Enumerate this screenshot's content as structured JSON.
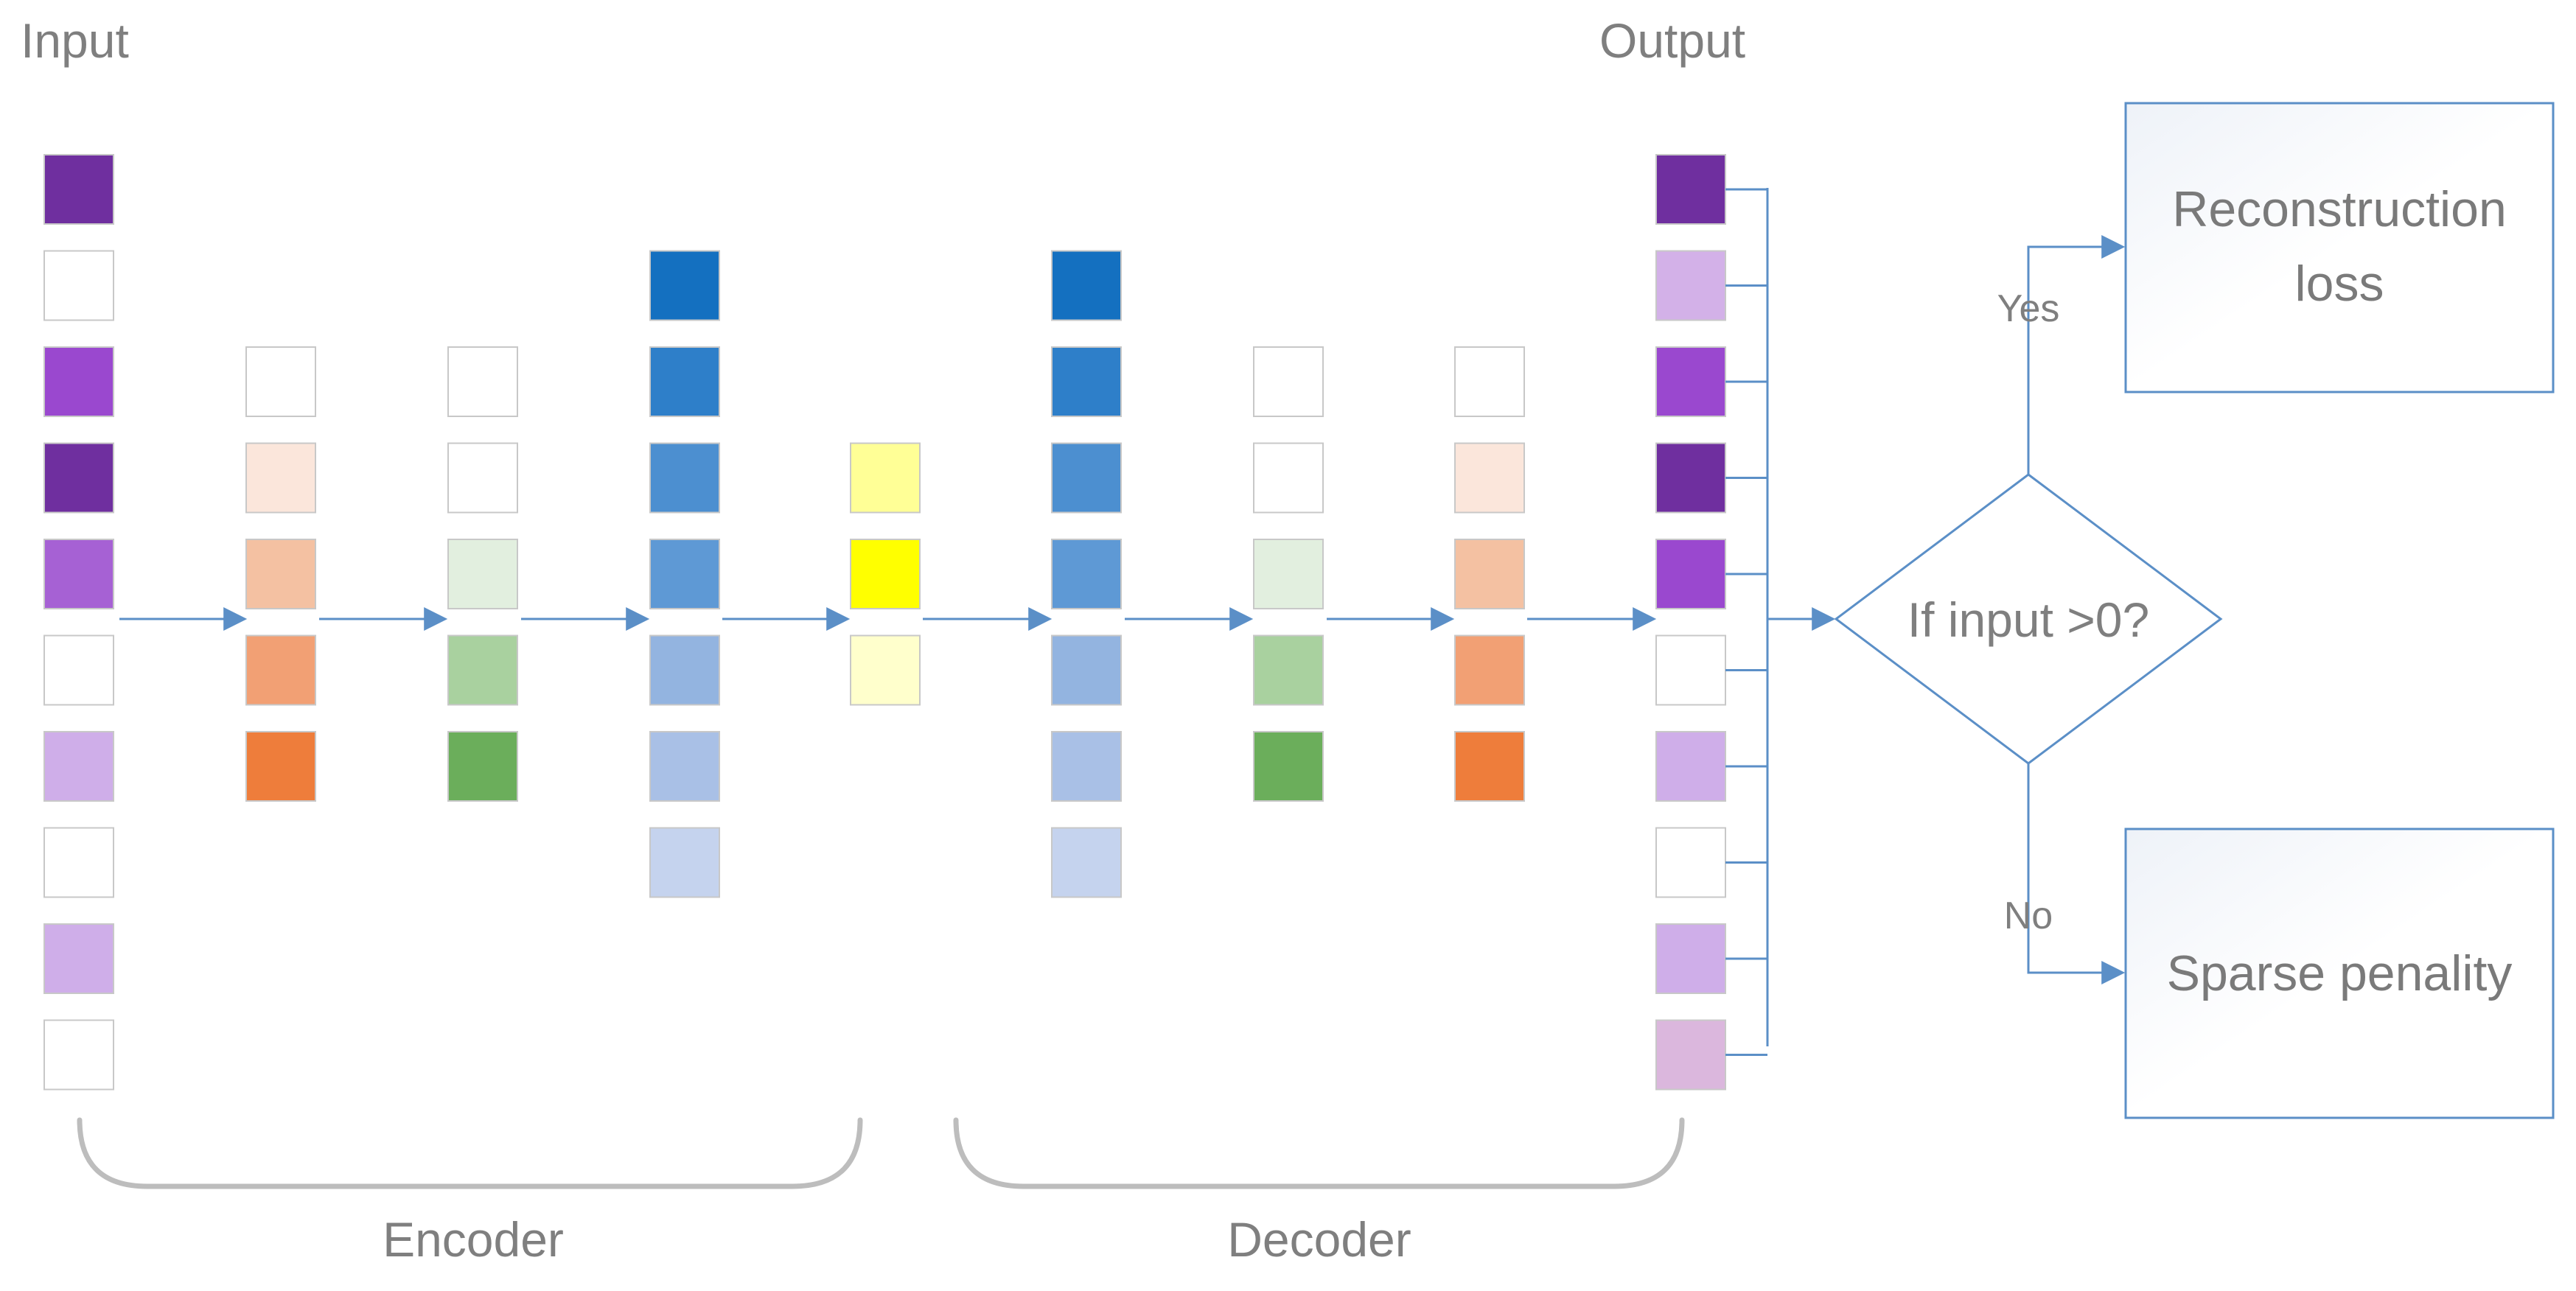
{
  "labels": {
    "input": "Input",
    "output": "Output",
    "encoder": "Encoder",
    "decoder": "Decoder",
    "decision": "If input >0?",
    "yes": "Yes",
    "no": "No",
    "reconstruction": "Reconstruction",
    "loss": "loss",
    "sparse": "Sparse penality"
  },
  "colors": {
    "connector": "#5b8fc7",
    "box_border": "#5b8fc7",
    "brace": "#bdbdbd",
    "text": "#7f7f7f"
  },
  "layers": [
    {
      "role": "input",
      "cells": [
        "#6f2f9f",
        "#ffffff",
        "#9a48cf",
        "#6f2f9f",
        "#a661d4",
        "#ffffff",
        "#cfaee9",
        "#ffffff",
        "#cfaee9",
        "#ffffff"
      ]
    },
    {
      "role": "encoder-1",
      "cells": [
        "#ffffff",
        "#fbe6db",
        "#f4c1a2",
        "#f2a074",
        "#ee7d3b"
      ]
    },
    {
      "role": "encoder-2",
      "cells": [
        "#ffffff",
        "#ffffff",
        "#e2efdf",
        "#a9d19f",
        "#6bae5b"
      ]
    },
    {
      "role": "encoder-3",
      "cells": [
        "#1470c0",
        "#2e7fc9",
        "#4c8fd0",
        "#5e99d5",
        "#93b4e0",
        "#a9c0e6",
        "#c5d3ee"
      ]
    },
    {
      "role": "code",
      "cells": [
        "#ffff96",
        "#ffff00",
        "#ffffcc"
      ]
    },
    {
      "role": "decoder-1",
      "cells": [
        "#1470c0",
        "#2e7fc9",
        "#4c8fd0",
        "#5e99d5",
        "#93b4e0",
        "#a9c0e6",
        "#c5d3ee"
      ]
    },
    {
      "role": "decoder-2",
      "cells": [
        "#ffffff",
        "#ffffff",
        "#e2efdf",
        "#a9d19f",
        "#6bae5b"
      ]
    },
    {
      "role": "decoder-3",
      "cells": [
        "#ffffff",
        "#fbe6db",
        "#f4c1a2",
        "#f2a074",
        "#ee7d3b"
      ]
    },
    {
      "role": "output",
      "cells": [
        "#6f2f9f",
        "#d3b1e8",
        "#9a48cf",
        "#6f2f9f",
        "#9a48cf",
        "#ffffff",
        "#cfaee9",
        "#ffffff",
        "#cfaee9",
        "#dbb7dd"
      ]
    }
  ]
}
